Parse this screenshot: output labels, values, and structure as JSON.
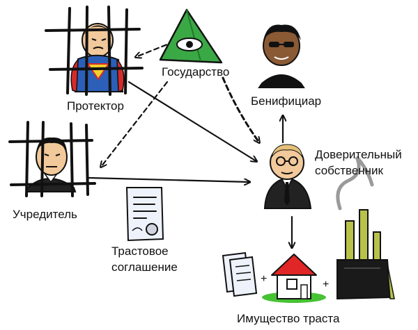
{
  "diagram": {
    "nodes": {
      "protector": {
        "label": "Протектор",
        "icon": "superhero-in-cage-icon"
      },
      "state": {
        "label": "Государство",
        "icon": "all-seeing-eye-pyramid-icon"
      },
      "beneficiary": {
        "label": "Бенифициар",
        "icon": "person-with-sunglasses-icon"
      },
      "founder": {
        "label": "Учредитель",
        "icon": "man-in-cage-icon"
      },
      "trustee": {
        "label_line1": "Доверительный",
        "label_line2": "собственник",
        "icon": "businessman-with-glasses-icon"
      },
      "agreement": {
        "label_line1": "Трастовое",
        "label_line2": "соглашение",
        "icon": "sealed-document-icon"
      },
      "trust_property": {
        "label": "Имущество траста",
        "icon": "papers-house-factory-icon"
      }
    },
    "edges": [
      {
        "from": "state",
        "to": "protector",
        "style": "dashed"
      },
      {
        "from": "state",
        "to": "founder",
        "style": "dashed"
      },
      {
        "from": "state",
        "to": "trustee",
        "style": "dashed"
      },
      {
        "from": "protector",
        "to": "trustee",
        "style": "solid"
      },
      {
        "from": "founder",
        "to": "trustee",
        "style": "solid"
      },
      {
        "from": "trustee",
        "to": "beneficiary",
        "style": "solid"
      },
      {
        "from": "trustee",
        "to": "trust_property",
        "style": "solid"
      }
    ],
    "plus_signs": [
      "+",
      "+"
    ],
    "colors": {
      "ink": "#111111",
      "pyramid": "#3aa845",
      "superhero_suit": "#2b5fb8",
      "superhero_cape": "#d62a2a",
      "skin": "#f2c99a",
      "skin_dark": "#8a5a35",
      "roof": "#e02626",
      "grass": "#46c232",
      "paper": "#eef2fa",
      "factory": "#b8c24a",
      "smoke": "#9a9a9a"
    }
  }
}
